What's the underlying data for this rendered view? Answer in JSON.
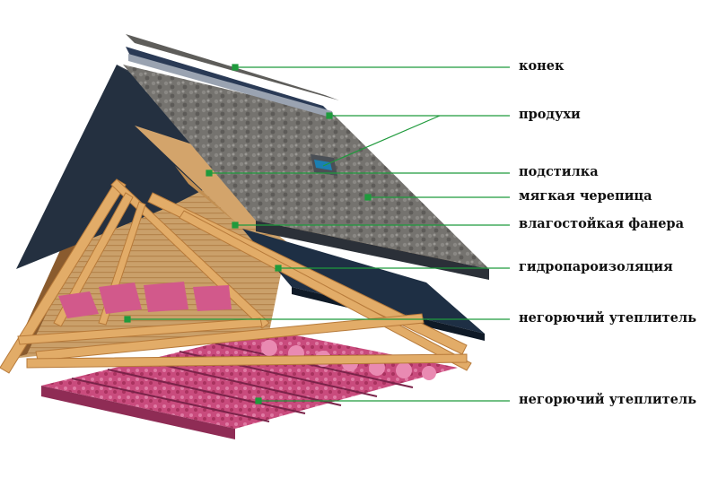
{
  "labels": {
    "ridge": "конек",
    "vents": "продухи",
    "underlay": "подстилка",
    "shingles": "мягкая черепица",
    "plywood": "влагостойкая фанера",
    "membrane": "гидропароизоляция",
    "insulation_rafters": "негорючий утеплитель",
    "insulation_floor": "негорючий утеплитель"
  },
  "colors": {
    "leader": "#1f9a3c",
    "label": "#111111",
    "shingle": "#6f6e6b",
    "underlay": "#2b3440",
    "plywood": "#c99a62",
    "wood": "#d9a25e",
    "insulation": "#c84a7a",
    "membrane": "#1e2f44"
  }
}
